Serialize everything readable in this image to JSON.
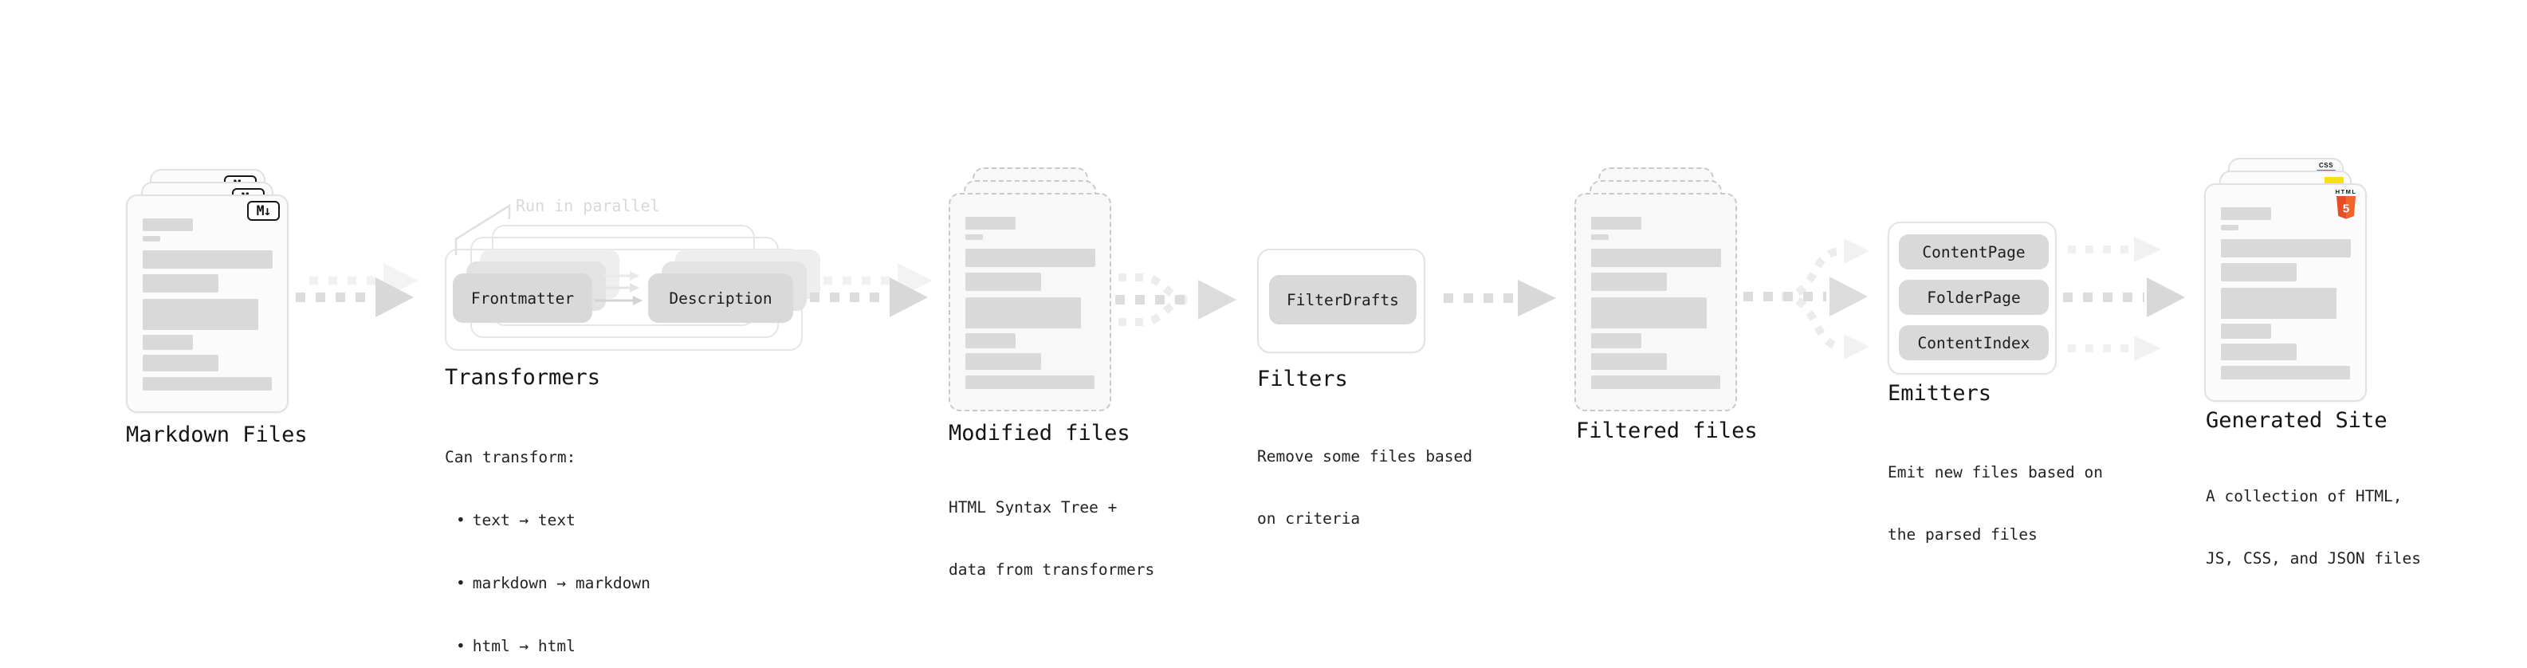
{
  "bullet_char": "•",
  "badges": {
    "markdown": "M↓",
    "css_label": "CSS",
    "html_label": "HTML",
    "html5_number": "5"
  },
  "colors": {
    "accent_js_yellow": "#f7df1e",
    "accent_css_blue": "#2965f1",
    "accent_html_orange": "#e44d26",
    "accent_html_orange_light": "#f16529",
    "button_gray": "#d9d9d9",
    "arrow_gray": "#d8d8d8",
    "faint_gray": "#efefef"
  },
  "sections": {
    "markdown_files": {
      "label": "Markdown Files"
    },
    "transformers": {
      "label": "Transformers",
      "note": "Run in parallel",
      "button_left": "Frontmatter",
      "button_right": "Description",
      "desc_title": "Can transform:",
      "bullets": [
        "text → text",
        "markdown → markdown",
        "html → html"
      ]
    },
    "modified_files": {
      "label": "Modified files",
      "desc_lines": [
        "HTML Syntax Tree +",
        "data from transformers"
      ]
    },
    "filters": {
      "label": "Filters",
      "button": "FilterDrafts",
      "desc_lines": [
        "Remove some files based",
        "on criteria"
      ]
    },
    "filtered_files": {
      "label": "Filtered files"
    },
    "emitters": {
      "label": "Emitters",
      "buttons": [
        "ContentPage",
        "FolderPage",
        "ContentIndex"
      ],
      "desc_lines": [
        "Emit new files based on",
        "the parsed files"
      ]
    },
    "generated_site": {
      "label": "Generated Site",
      "desc_lines": [
        "A collection of HTML,",
        "JS, CSS, and JSON files"
      ]
    }
  }
}
